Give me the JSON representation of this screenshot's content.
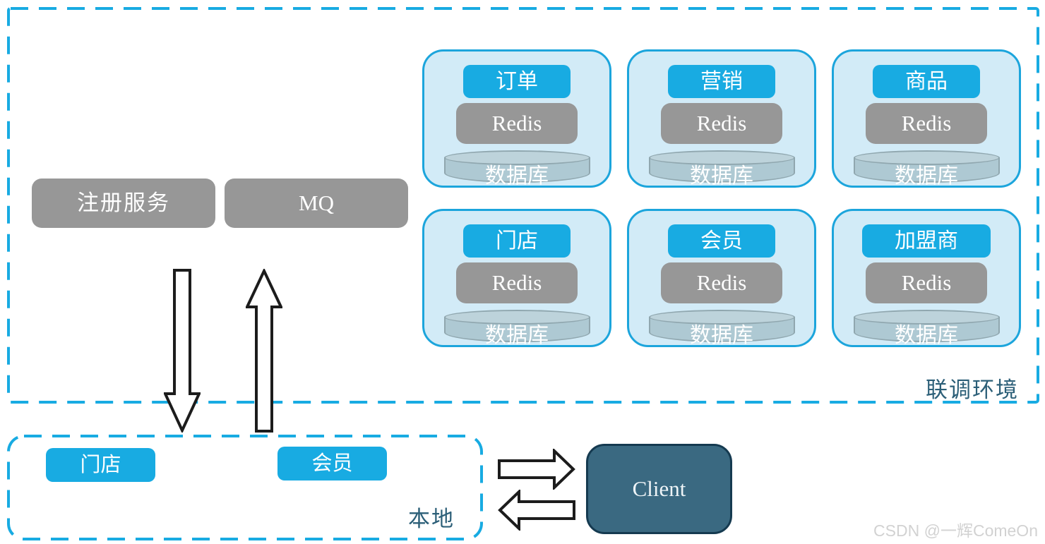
{
  "env": {
    "label": "联调环境",
    "services": [
      {
        "label": "注册服务"
      },
      {
        "label": "MQ"
      }
    ],
    "cards": [
      {
        "label": "订单",
        "cache": "Redis",
        "db": "数据库"
      },
      {
        "label": "营销",
        "cache": "Redis",
        "db": "数据库"
      },
      {
        "label": "商品",
        "cache": "Redis",
        "db": "数据库"
      },
      {
        "label": "门店",
        "cache": "Redis",
        "db": "数据库"
      },
      {
        "label": "会员",
        "cache": "Redis",
        "db": "数据库"
      },
      {
        "label": "加盟商",
        "cache": "Redis",
        "db": "数据库"
      }
    ]
  },
  "local": {
    "label": "本地",
    "items": [
      {
        "label": "门店"
      },
      {
        "label": "会员"
      }
    ]
  },
  "client": {
    "label": "Client"
  },
  "watermark": {
    "text": "CSDN @一辉ComeOn"
  },
  "colors": {
    "accent_blue": "#18abe2",
    "card_background": "#d2ebf7",
    "service_gray": "#979797",
    "cylinder_body": "#aec9d3",
    "client_teal": "#3a6981",
    "region_text": "#2c5f78"
  }
}
